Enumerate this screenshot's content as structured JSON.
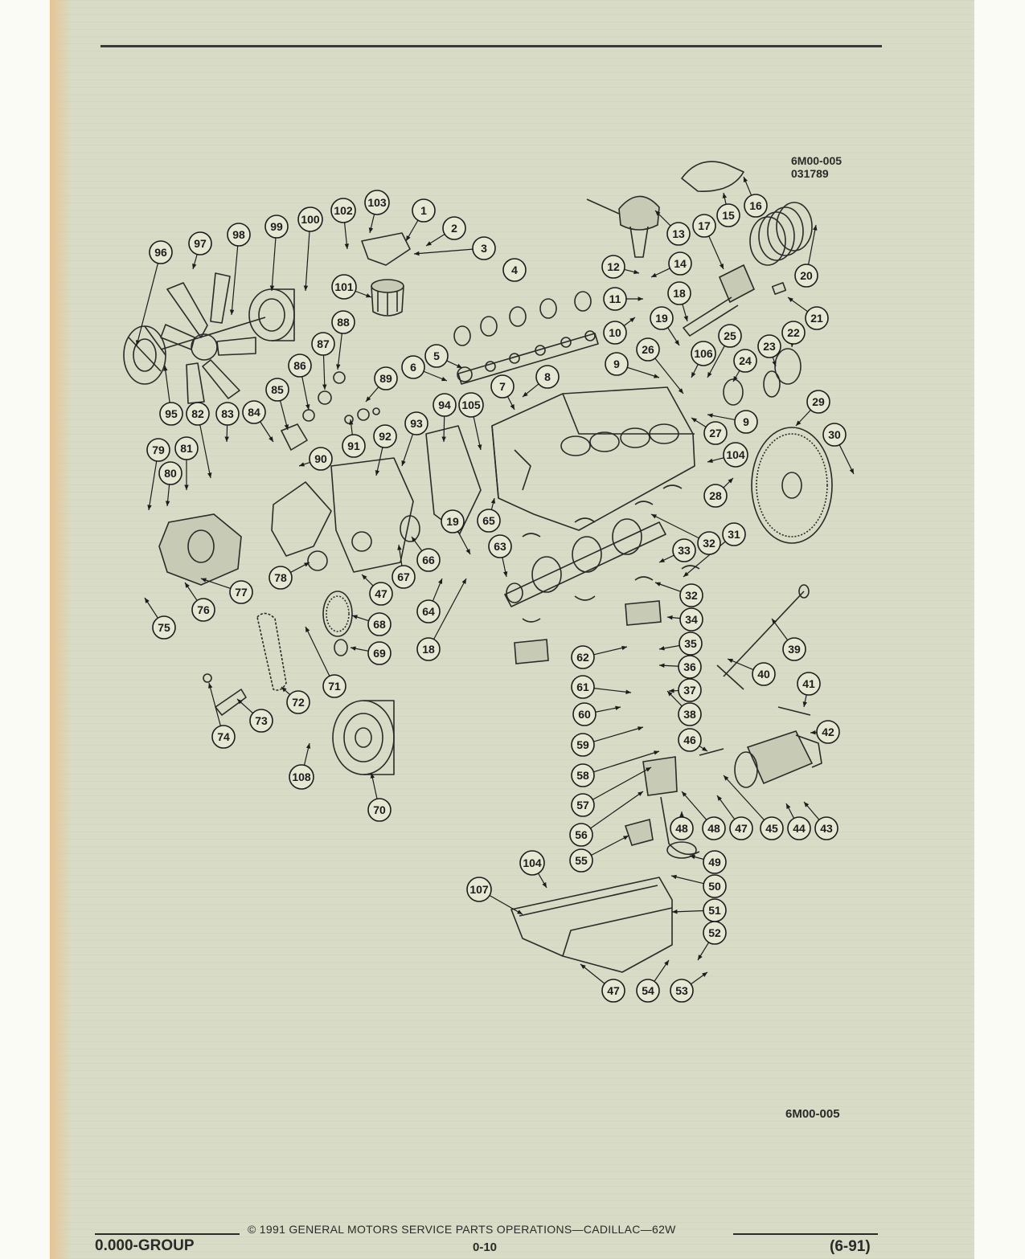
{
  "figure": {
    "code_top": "6M00-005",
    "date_code": "031789",
    "code_bottom": "6M00-005"
  },
  "footer": {
    "copyright": "©  1991  GENERAL MOTORS SERVICE PARTS OPERATIONS—CADILLAC—62W",
    "group": "0.000-GROUP",
    "page": "0-10",
    "revision": "(6-91)"
  },
  "callouts": [
    "1",
    "2",
    "3",
    "4",
    "5",
    "6",
    "7",
    "8",
    "9",
    "9",
    "10",
    "11",
    "12",
    "13",
    "14",
    "15",
    "16",
    "17",
    "18",
    "18",
    "19",
    "19",
    "20",
    "21",
    "22",
    "23",
    "24",
    "25",
    "26",
    "27",
    "28",
    "29",
    "30",
    "31",
    "32",
    "32",
    "33",
    "34",
    "35",
    "36",
    "37",
    "38",
    "39",
    "40",
    "41",
    "42",
    "43",
    "44",
    "45",
    "46",
    "47",
    "47",
    "47",
    "48",
    "48",
    "49",
    "50",
    "51",
    "52",
    "53",
    "54",
    "55",
    "56",
    "57",
    "58",
    "59",
    "60",
    "61",
    "62",
    "63",
    "64",
    "65",
    "66",
    "67",
    "68",
    "69",
    "70",
    "71",
    "72",
    "73",
    "74",
    "75",
    "76",
    "77",
    "78",
    "79",
    "80",
    "81",
    "82",
    "83",
    "84",
    "85",
    "86",
    "87",
    "88",
    "89",
    "90",
    "91",
    "92",
    "93",
    "94",
    "95",
    "96",
    "97",
    "98",
    "99",
    "100",
    "101",
    "102",
    "103",
    "104",
    "104",
    "105",
    "106",
    "107",
    "108"
  ]
}
